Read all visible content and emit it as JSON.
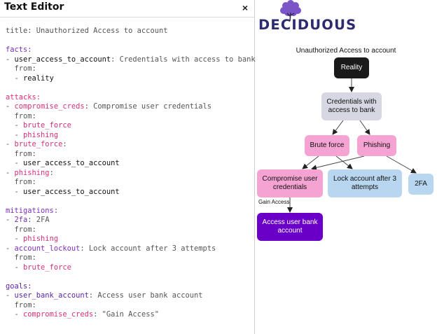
{
  "editor": {
    "title": "Text Editor",
    "close_label": "×",
    "lines": [
      [
        {
          "t": "title: Unauthorized Access to account",
          "c": "v"
        }
      ],
      [],
      [
        {
          "t": "facts:",
          "c": "sec"
        }
      ],
      [
        {
          "t": "- ",
          "c": "v"
        },
        {
          "t": "user_access_to_account",
          "c": "k"
        },
        {
          "t": ": Credentials with access to bank",
          "c": "v"
        }
      ],
      [
        {
          "t": "  from:",
          "c": "v"
        }
      ],
      [
        {
          "t": "  - ",
          "c": "v"
        },
        {
          "t": "reality",
          "c": "dark"
        }
      ],
      [],
      [
        {
          "t": "attacks:",
          "c": "atk"
        }
      ],
      [
        {
          "t": "- ",
          "c": "v"
        },
        {
          "t": "compromise_creds",
          "c": "pink"
        },
        {
          "t": ": Compromise user credentials",
          "c": "v"
        }
      ],
      [
        {
          "t": "  from:",
          "c": "v"
        }
      ],
      [
        {
          "t": "  - ",
          "c": "v"
        },
        {
          "t": "brute_force",
          "c": "pink"
        }
      ],
      [
        {
          "t": "  - ",
          "c": "v"
        },
        {
          "t": "phishing",
          "c": "pink"
        }
      ],
      [
        {
          "t": "- ",
          "c": "v"
        },
        {
          "t": "brute_force",
          "c": "pink"
        },
        {
          "t": ":",
          "c": "v"
        }
      ],
      [
        {
          "t": "  from:",
          "c": "v"
        }
      ],
      [
        {
          "t": "  - ",
          "c": "v"
        },
        {
          "t": "user_access_to_account",
          "c": "dark"
        }
      ],
      [
        {
          "t": "- ",
          "c": "v"
        },
        {
          "t": "phishing",
          "c": "pink"
        },
        {
          "t": ":",
          "c": "v"
        }
      ],
      [
        {
          "t": "  from:",
          "c": "v"
        }
      ],
      [
        {
          "t": "  - ",
          "c": "v"
        },
        {
          "t": "user_access_to_account",
          "c": "dark"
        }
      ],
      [],
      [
        {
          "t": "mitigations:",
          "c": "mit"
        }
      ],
      [
        {
          "t": "- ",
          "c": "v"
        },
        {
          "t": "2fa",
          "c": "mit"
        },
        {
          "t": ": 2FA",
          "c": "v"
        }
      ],
      [
        {
          "t": "  from:",
          "c": "v"
        }
      ],
      [
        {
          "t": "  - ",
          "c": "v"
        },
        {
          "t": "phishing",
          "c": "pink"
        }
      ],
      [
        {
          "t": "- ",
          "c": "v"
        },
        {
          "t": "account_lockout",
          "c": "mit"
        },
        {
          "t": ": Lock account after 3 attempts",
          "c": "v"
        }
      ],
      [
        {
          "t": "  from:",
          "c": "v"
        }
      ],
      [
        {
          "t": "  - ",
          "c": "v"
        },
        {
          "t": "brute_force",
          "c": "pink"
        }
      ],
      [],
      [
        {
          "t": "goals:",
          "c": "goal"
        }
      ],
      [
        {
          "t": "- ",
          "c": "v"
        },
        {
          "t": "user_bank_account",
          "c": "goal"
        },
        {
          "t": ": Access user bank account",
          "c": "v"
        }
      ],
      [
        {
          "t": "  from:",
          "c": "v"
        }
      ],
      [
        {
          "t": "  - ",
          "c": "v"
        },
        {
          "t": "compromise_creds",
          "c": "pink"
        },
        {
          "t": ": \"Gain Access\"",
          "c": "v"
        }
      ]
    ]
  },
  "brand": {
    "name": "DECIDUOUS"
  },
  "graph": {
    "title": "Unauthorized Access to account",
    "nodes": {
      "reality": "Reality",
      "creds": "Credentials with access to bank",
      "brute": "Brute force",
      "phish": "Phishing",
      "comp": "Compromise user credentials",
      "lock": "Lock account after 3 attempts",
      "twofa": "2FA",
      "goal": "Access user bank account"
    },
    "edge_label": "Gain Access"
  },
  "colors": {
    "fact": "#d7d7e3",
    "attack": "#f5a3d2",
    "mitigation": "#b8d6f0",
    "goal": "#6a00c8",
    "reality": "#1a1a1a"
  }
}
